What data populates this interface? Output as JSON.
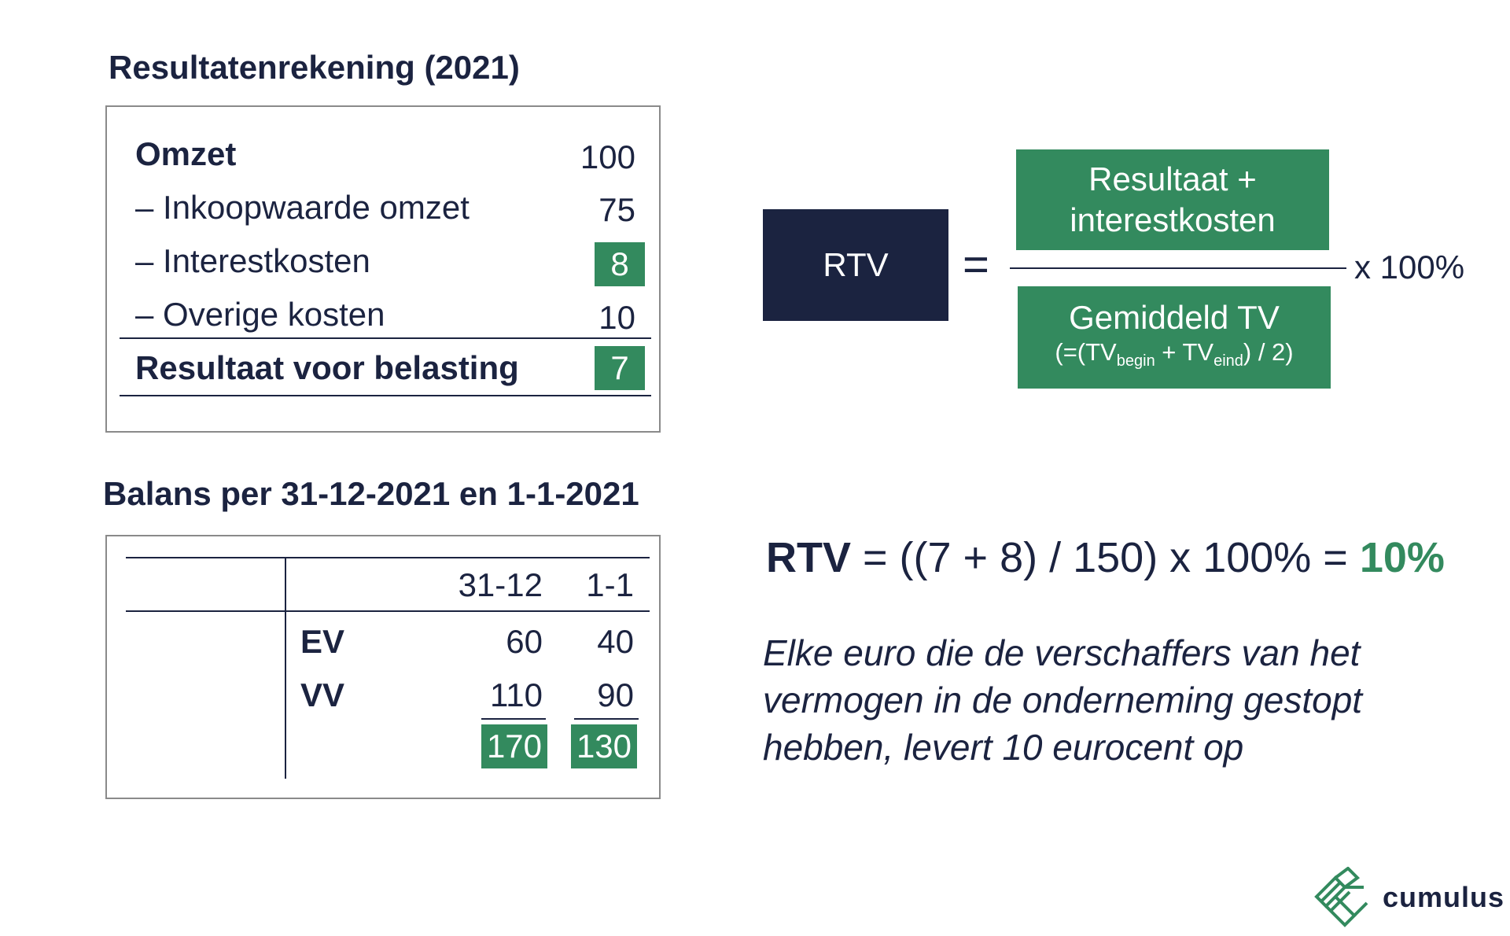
{
  "income_statement": {
    "title": "Resultatenrekening (2021)",
    "rows": [
      {
        "label": "Omzet",
        "value": "100"
      },
      {
        "label": "– Inkoopwaarde omzet",
        "value": "75"
      },
      {
        "label": "– Interestkosten",
        "value": "8"
      },
      {
        "label": "– Overige kosten",
        "value": "10"
      },
      {
        "label": "Resultaat voor belasting",
        "value": "7"
      }
    ]
  },
  "balance": {
    "title": "Balans per 31-12-2021 en 1-1-2021",
    "columns": [
      "31-12",
      "1-1"
    ],
    "rows": [
      {
        "label": "EV",
        "values": [
          "60",
          "40"
        ]
      },
      {
        "label": "VV",
        "values": [
          "110",
          "90"
        ]
      }
    ],
    "totals": [
      "170",
      "130"
    ]
  },
  "formula": {
    "lhs": "RTV",
    "equals": "=",
    "numerator_line1": "Resultaat +",
    "numerator_line2": "interestkosten",
    "denominator_line1": "Gemiddeld TV",
    "denominator_prefix": "(=(TV",
    "denominator_sub1": "begin",
    "denominator_mid": " + TV",
    "denominator_sub2": "eind",
    "denominator_suffix": ") / 2)",
    "multiplier": "x 100%"
  },
  "calculation": {
    "label": "RTV",
    "expression": " = ((7 + 8) / 150) x 100% = ",
    "result": "10%"
  },
  "explanation": {
    "line1": "Elke euro die de verschaffers van het",
    "line2": "vermogen in de onderneming gestopt",
    "line3": "hebben, levert 10 eurocent op"
  },
  "logo": {
    "text": "cumulus",
    "icon": "cumulus-logo-icon"
  },
  "colors": {
    "navy": "#1b2340",
    "green": "#338a5e",
    "border": "#8a8a8a"
  }
}
